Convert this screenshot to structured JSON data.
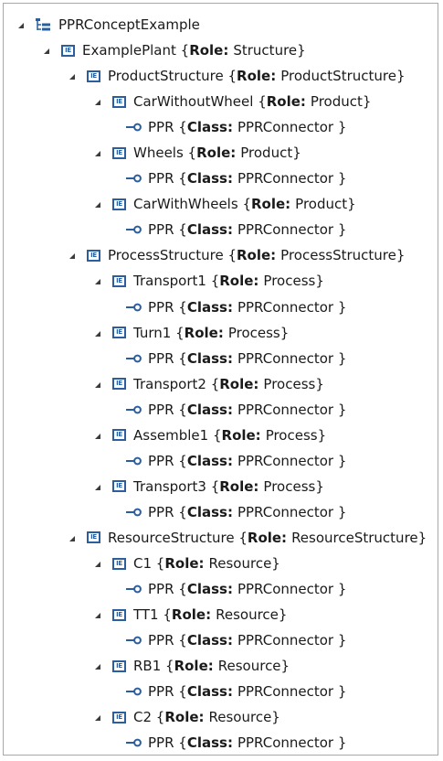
{
  "root": {
    "name": "PPRConceptExample"
  },
  "rows": [
    {
      "kind": "ie",
      "level": 1,
      "name": "ExamplePlant",
      "key": "Role:",
      "value": "Structure"
    },
    {
      "kind": "ie",
      "level": 2,
      "name": "ProductStructure",
      "key": "Role:",
      "value": "ProductStructure"
    },
    {
      "kind": "ie",
      "level": 3,
      "name": "CarWithoutWheel",
      "key": "Role:",
      "value": "Product"
    },
    {
      "kind": "conn",
      "level": 4,
      "name": "PPR",
      "key": "Class:",
      "value": "PPRConnector"
    },
    {
      "kind": "ie",
      "level": 3,
      "name": "Wheels",
      "key": "Role:",
      "value": "Product"
    },
    {
      "kind": "conn",
      "level": 4,
      "name": "PPR",
      "key": "Class:",
      "value": "PPRConnector"
    },
    {
      "kind": "ie",
      "level": 3,
      "name": "CarWithWheels",
      "key": "Role:",
      "value": "Product"
    },
    {
      "kind": "conn",
      "level": 4,
      "name": "PPR",
      "key": "Class:",
      "value": "PPRConnector"
    },
    {
      "kind": "ie",
      "level": 2,
      "name": "ProcessStructure",
      "key": "Role:",
      "value": "ProcessStructure"
    },
    {
      "kind": "ie",
      "level": 3,
      "name": "Transport1",
      "key": "Role:",
      "value": "Process"
    },
    {
      "kind": "conn",
      "level": 4,
      "name": "PPR",
      "key": "Class:",
      "value": "PPRConnector"
    },
    {
      "kind": "ie",
      "level": 3,
      "name": "Turn1",
      "key": "Role:",
      "value": "Process"
    },
    {
      "kind": "conn",
      "level": 4,
      "name": "PPR",
      "key": "Class:",
      "value": "PPRConnector"
    },
    {
      "kind": "ie",
      "level": 3,
      "name": "Transport2",
      "key": "Role:",
      "value": "Process"
    },
    {
      "kind": "conn",
      "level": 4,
      "name": "PPR",
      "key": "Class:",
      "value": "PPRConnector"
    },
    {
      "kind": "ie",
      "level": 3,
      "name": "Assemble1",
      "key": "Role:",
      "value": "Process"
    },
    {
      "kind": "conn",
      "level": 4,
      "name": "PPR",
      "key": "Class:",
      "value": "PPRConnector"
    },
    {
      "kind": "ie",
      "level": 3,
      "name": "Transport3",
      "key": "Role:",
      "value": "Process"
    },
    {
      "kind": "conn",
      "level": 4,
      "name": "PPR",
      "key": "Class:",
      "value": "PPRConnector"
    },
    {
      "kind": "ie",
      "level": 2,
      "name": "ResourceStructure",
      "key": "Role:",
      "value": "ResourceStructure"
    },
    {
      "kind": "ie",
      "level": 3,
      "name": "C1",
      "key": "Role:",
      "value": "Resource"
    },
    {
      "kind": "conn",
      "level": 4,
      "name": "PPR",
      "key": "Class:",
      "value": "PPRConnector"
    },
    {
      "kind": "ie",
      "level": 3,
      "name": "TT1",
      "key": "Role:",
      "value": "Resource"
    },
    {
      "kind": "conn",
      "level": 4,
      "name": "PPR",
      "key": "Class:",
      "value": "PPRConnector"
    },
    {
      "kind": "ie",
      "level": 3,
      "name": "RB1",
      "key": "Role:",
      "value": "Resource"
    },
    {
      "kind": "conn",
      "level": 4,
      "name": "PPR",
      "key": "Class:",
      "value": "PPRConnector"
    },
    {
      "kind": "ie",
      "level": 3,
      "name": "C2",
      "key": "Role:",
      "value": "Resource"
    },
    {
      "kind": "conn",
      "level": 4,
      "name": "PPR",
      "key": "Class:",
      "value": "PPRConnector"
    }
  ],
  "icons": {
    "element": "ie-icon",
    "connector": "connector-icon",
    "root": "hierarchy-icon",
    "expander": "expanded-triangle-icon"
  },
  "colors": {
    "icon_blue": "#2a5e9e",
    "border": "#a8a8a8",
    "text": "#1a1a1a"
  }
}
